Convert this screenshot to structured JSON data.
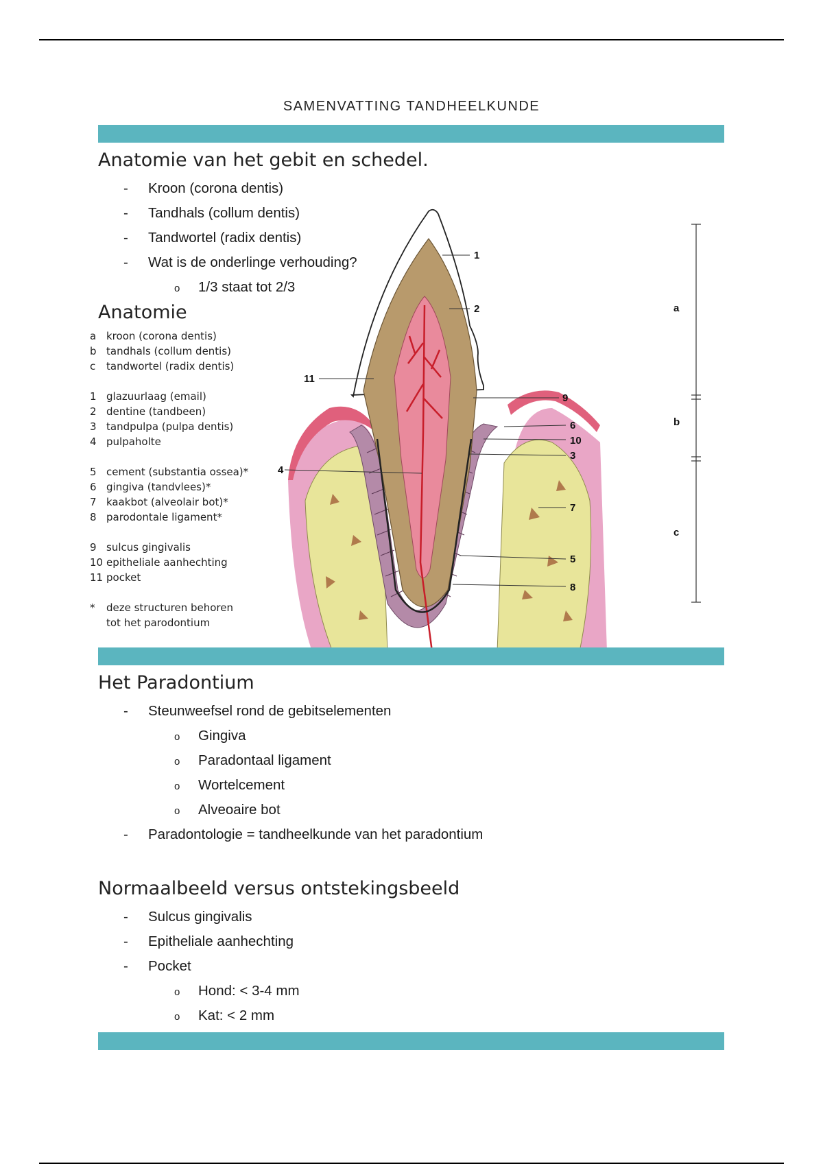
{
  "header": {
    "title": "SAMENVATTING TANDHEELKUNDE"
  },
  "section1": {
    "title": "Anatomie van het gebit en schedel.",
    "items": [
      {
        "level": 1,
        "text": "Kroon (corona dentis)"
      },
      {
        "level": 1,
        "text": "Tandhals (collum dentis)"
      },
      {
        "level": 1,
        "text": "Tandwortel (radix dentis)"
      },
      {
        "level": 1,
        "text": "Wat is de onderlinge verhouding?"
      },
      {
        "level": 2,
        "text": "1/3 staat tot 2/3"
      }
    ]
  },
  "section2": {
    "title": "Anatomie",
    "legend_groups": [
      [
        {
          "key": "a",
          "text": "kroon (corona dentis)"
        },
        {
          "key": "b",
          "text": "tandhals (collum dentis)"
        },
        {
          "key": "c",
          "text": "tandwortel (radix dentis)"
        }
      ],
      [
        {
          "key": "1",
          "text": "glazuurlaag (email)"
        },
        {
          "key": "2",
          "text": "dentine (tandbeen)"
        },
        {
          "key": "3",
          "text": "tandpulpa (pulpa dentis)"
        },
        {
          "key": "4",
          "text": "pulpaholte"
        }
      ],
      [
        {
          "key": "5",
          "text": "cement (substantia ossea)*"
        },
        {
          "key": "6",
          "text": "gingiva (tandvlees)*"
        },
        {
          "key": "7",
          "text": "kaakbot (alveolair bot)*"
        },
        {
          "key": "8",
          "text": "parodontale ligament*"
        }
      ],
      [
        {
          "key": "9",
          "text": "sulcus gingivalis"
        },
        {
          "key": "10",
          "text": "epitheliale aanhechting"
        },
        {
          "key": "11",
          "text": "pocket"
        }
      ],
      [
        {
          "key": "*",
          "text": "deze structuren behoren"
        },
        {
          "key": "",
          "text": "tot het parodontium"
        }
      ]
    ],
    "figure_labels": {
      "n1": "1",
      "n2": "2",
      "n3": "3",
      "n4": "4",
      "n5": "5",
      "n6": "6",
      "n7": "7",
      "n8": "8",
      "n9": "9",
      "n10": "10",
      "n11": "11",
      "a": "a",
      "b": "b",
      "c": "c"
    },
    "colors": {
      "enamel": "#ffffff",
      "dentine": "#b89a6c",
      "pulp": "#e98a9c",
      "gingiva": "#e0607c",
      "bone": "#e8e59a",
      "soft_tissue": "#e9a6c6",
      "ligament": "#9a6e8e",
      "vessel": "#c81e2a"
    }
  },
  "section3": {
    "title": "Het Paradontium",
    "items": [
      {
        "level": 1,
        "text": "Steunweefsel rond de gebitselementen"
      },
      {
        "level": 2,
        "text": "Gingiva"
      },
      {
        "level": 2,
        "text": "Paradontaal ligament"
      },
      {
        "level": 2,
        "text": "Wortelcement"
      },
      {
        "level": 2,
        "text": "Alveoaire bot"
      },
      {
        "level": 1,
        "text": "Paradontologie = tandheelkunde van het paradontium"
      }
    ]
  },
  "section4": {
    "title": "Normaalbeeld versus ontstekingsbeeld",
    "items": [
      {
        "level": 1,
        "text": "Sulcus gingivalis"
      },
      {
        "level": 1,
        "text": "Epitheliale aanhechting"
      },
      {
        "level": 1,
        "text": "Pocket"
      },
      {
        "level": 2,
        "text": "Hond: < 3-4 mm"
      },
      {
        "level": 2,
        "text": "Kat: < 2 mm"
      }
    ]
  }
}
